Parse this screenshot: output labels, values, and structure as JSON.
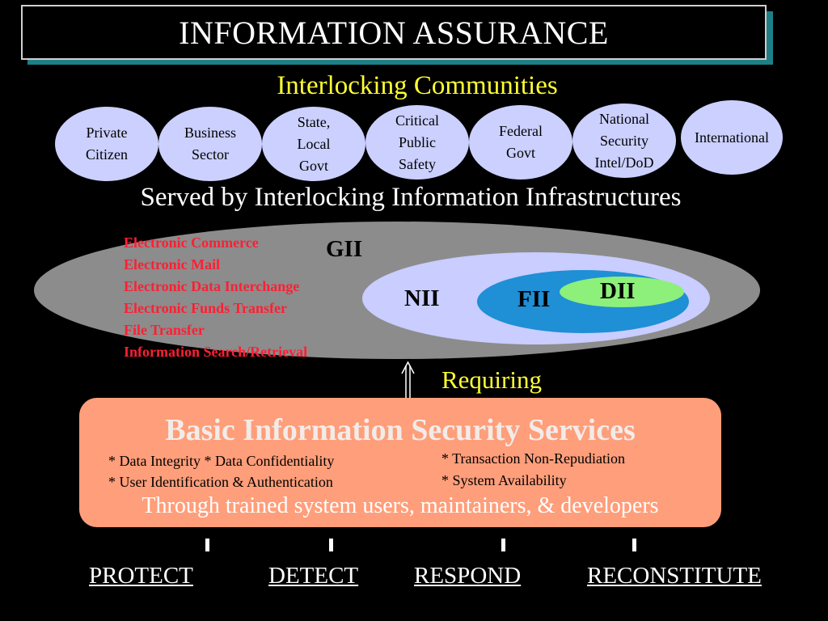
{
  "title": "INFORMATION ASSURANCE",
  "subtitle": "Interlocking Communities",
  "communities": [
    "Private\nCitizen",
    "Business\nSector",
    "State,\nLocal\nGovt",
    "Critical\nPublic\nSafety",
    "Federal\nGovt",
    "National\nSecurity\nIntel/DoD",
    "International"
  ],
  "served_by": "Served by Interlocking Information Infrastructures",
  "infrastructures": {
    "gii": "GII",
    "nii": "NII",
    "fii": "FII",
    "dii": "DII"
  },
  "services": [
    "Electronic Commerce",
    "Electronic Mail",
    "Electronic Data Interchange",
    "Electronic Funds Transfer",
    "File Transfer",
    "Information Search/Retrieval"
  ],
  "requiring": "Requiring",
  "basic": {
    "title": "Basic Information Security Services",
    "items": [
      "* Data Integrity  * Data Confidentiality",
      "* User Identification &  Authentication",
      "* Transaction Non-Repudiation",
      "* System Availability"
    ],
    "through": "Through trained system users, maintainers, & developers"
  },
  "actions": [
    "PROTECT",
    "DETECT",
    "RESPOND",
    "RECONSTITUTE"
  ],
  "colors": {
    "title_shadow": "#1e7f86",
    "subtitle": "#ffff33",
    "community_oval": "#cbd0ff",
    "gii": "#8c8c8c",
    "nii": "#c9cdff",
    "fii": "#1f8fd6",
    "dii": "#8df07a",
    "services_text": "#ff1f33",
    "basic_box": "#ff9e7a"
  }
}
